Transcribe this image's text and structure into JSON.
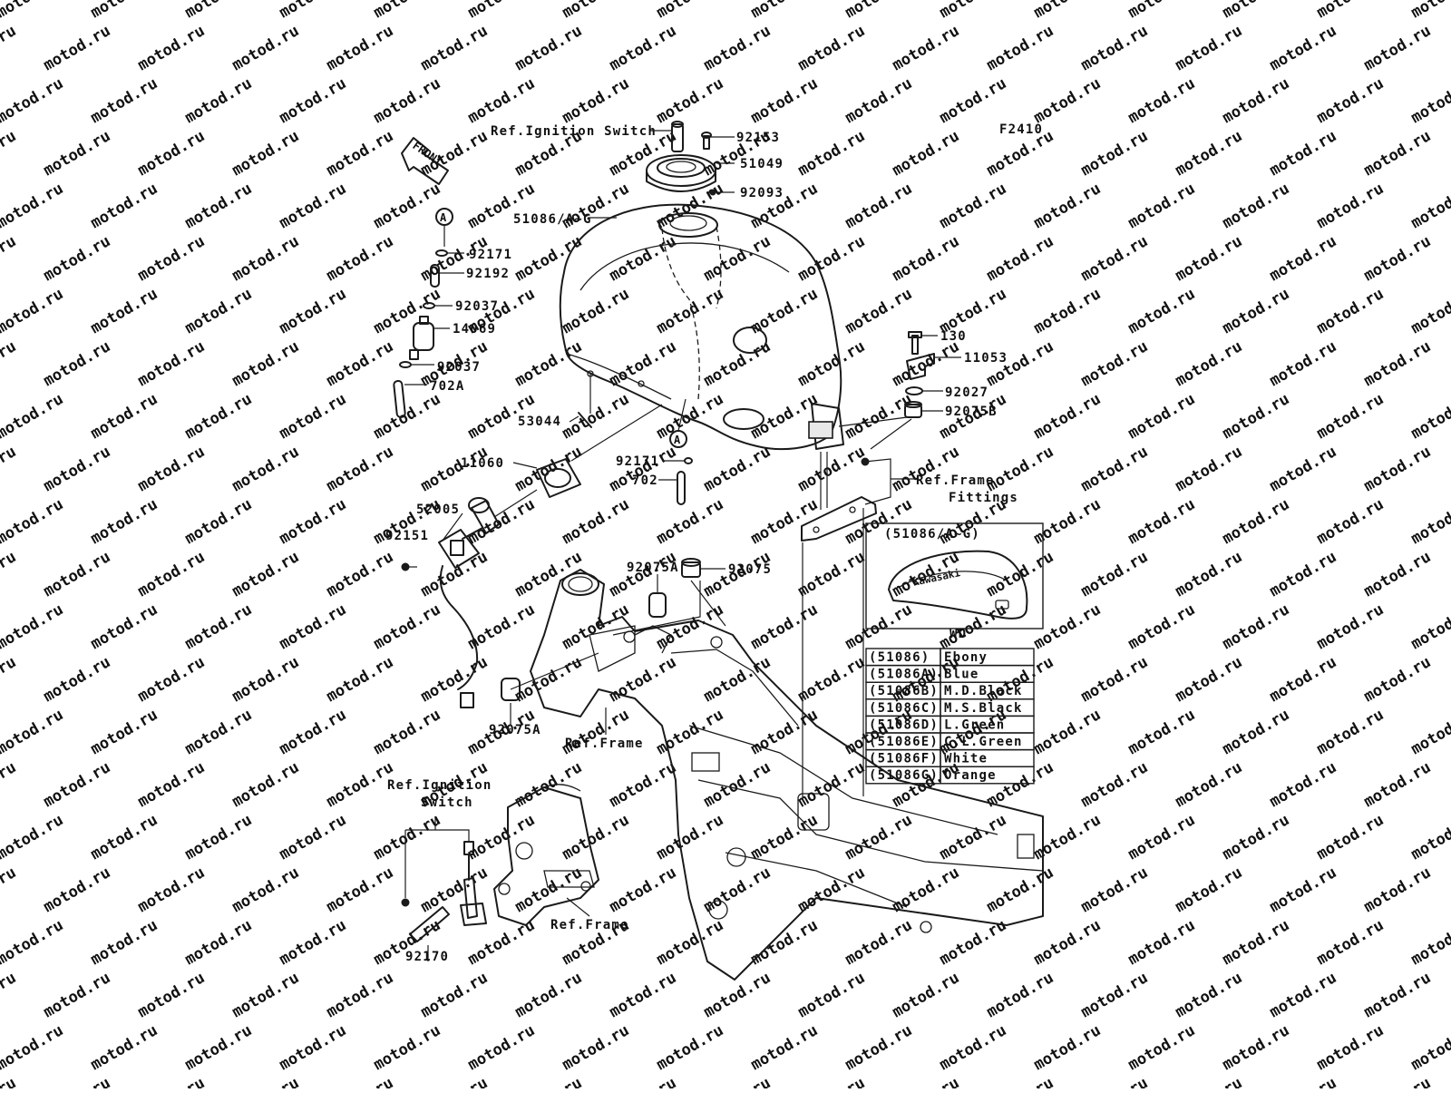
{
  "figure_code": "F2410",
  "watermark": "motod.ru",
  "front_arrow": "FRONT",
  "callouts": {
    "ref_ignition_switch_top": "Ref.Ignition Switch",
    "p92153": "92153",
    "p51049": "51049",
    "p92093": "92093",
    "p51086": "51086/A~G",
    "circle_a_top": "A",
    "circle_a_mid": "A",
    "p92171_left": "92171",
    "p92192": "92192",
    "p92037_upper": "92037",
    "p14069": "14069",
    "p92037_lower": "92037",
    "p702A": "702A",
    "p53044": "53044",
    "p11060": "11060",
    "p92171_mid": "92171",
    "p702": "702",
    "p52005": "52005",
    "p92151": "92151",
    "p130": "130",
    "p11053": "11053",
    "p92027": "92027",
    "p92075B": "92075B",
    "ref_frame_fittings_1": "Ref.Frame",
    "ref_frame_fittings_2": "Fittings",
    "p92075A_top": "92075A",
    "p92075": "92075",
    "p92075A_bottom": "92075A",
    "ref_frame_mid": "Ref.Frame",
    "ref_ignition_switch_bottom_1": "Ref.Ignition",
    "ref_ignition_switch_bottom_2": "Switch",
    "p92170": "92170",
    "ref_frame_bottom": "Ref.Frame"
  },
  "inset": {
    "title": "(51086/A~G)",
    "caption": "WD",
    "tank_logo": "Kawasaki"
  },
  "color_table": [
    {
      "code": "(51086)",
      "color": "Ebony"
    },
    {
      "code": "(51086A)",
      "color": "Blue"
    },
    {
      "code": "(51086B)",
      "color": "M.D.Black"
    },
    {
      "code": "(51086C)",
      "color": "M.S.Black"
    },
    {
      "code": "(51086D)",
      "color": "L.Green"
    },
    {
      "code": "(51086E)",
      "color": "C.L.Green"
    },
    {
      "code": "(51086F)",
      "color": "White"
    },
    {
      "code": "(51086G)",
      "color": "Orange"
    }
  ]
}
